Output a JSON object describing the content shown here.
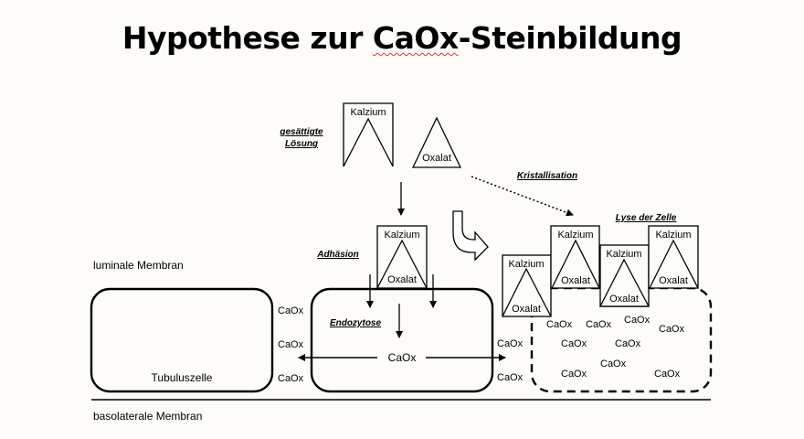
{
  "title": {
    "before": "Hypothese zur ",
    "flagged": "CaOx",
    "after": "-Steinbildung"
  },
  "labels": {
    "saturated_solution_line1": "gesättigte",
    "saturated_solution_line2": "Lösung",
    "crystallisation": "Kristallisation",
    "adhesion": "Adhäsion",
    "cell_lysis": "Lyse der Zelle",
    "endocytosis": "Endozytose",
    "luminal_membrane": "luminale Membran",
    "basolateral_membrane": "basolaterale Membran",
    "tubular_cell": "Tubuluszelle"
  },
  "ions": {
    "calcium": "Kalzium",
    "oxalate": "Oxalat"
  },
  "caox": "CaOx"
}
